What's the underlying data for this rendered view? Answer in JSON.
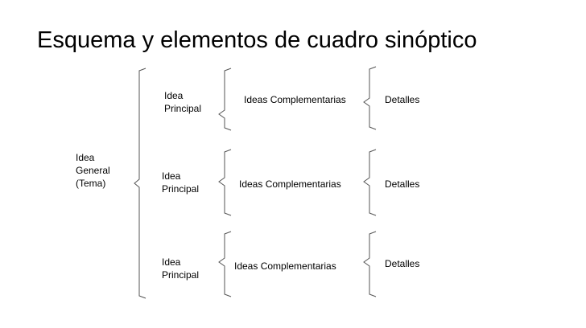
{
  "slide": {
    "title": "Esquema y elementos de cuadro sinóptico"
  },
  "diagram": {
    "root": {
      "line1": "Idea",
      "line2": "General",
      "line3": "(Tema)"
    },
    "branches": [
      {
        "main_line1": "Idea",
        "main_line2": "Principal",
        "complementary": "Ideas Complementarias",
        "details": "Detalles"
      },
      {
        "main_line1": "Idea",
        "main_line2": "Principal",
        "complementary": "Ideas Complementarias",
        "details": "Detalles"
      },
      {
        "main_line1": "Idea",
        "main_line2": "Principal",
        "complementary": "Ideas Complementarias",
        "details": "Detalles"
      }
    ]
  }
}
